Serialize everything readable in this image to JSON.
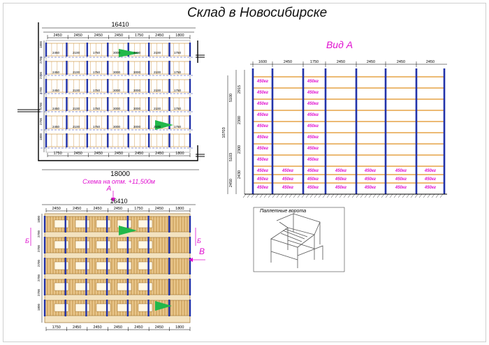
{
  "title": "Склад в Новосибирске",
  "plan_top": {
    "overall_width": "16410",
    "top_bays": [
      "2450",
      "2450",
      "2450",
      "2450",
      "1750",
      "2450",
      "1800"
    ],
    "bottom_bays": [
      "1750",
      "2450",
      "2450",
      "2450",
      "2450",
      "2450",
      "1800"
    ],
    "inner_dims": [
      "2450",
      "2100",
      "1750",
      "3000",
      "3000",
      "2100",
      "1750"
    ],
    "building_width": "18000",
    "left_dims": [
      "1800",
      "2700",
      "2700",
      "2700",
      "2700",
      "2700",
      "1800"
    ]
  },
  "plan_bottom": {
    "caption": "Схема на отм. +11,500м",
    "view_a": "А",
    "overall_width": "16410",
    "top_bays": [
      "2450",
      "2450",
      "2450",
      "2450",
      "1750",
      "2450",
      "1800"
    ],
    "bottom_bays": [
      "1750",
      "2450",
      "2450",
      "2450",
      "2450",
      "2450",
      "1800"
    ],
    "marker_b_left": "Б",
    "marker_b_right": "Б",
    "marker_v": "В"
  },
  "elevation": {
    "title": "Вид А",
    "bay_widths": [
      "1600",
      "2450",
      "1750",
      "2450",
      "2450",
      "2450",
      "2450"
    ],
    "left_dims": [
      "2915",
      "5100",
      "2300",
      "10703",
      "2300",
      "5103",
      "2430",
      "2450"
    ],
    "load_label": "450кг"
  },
  "gate": {
    "label": "Паллетные ворота"
  },
  "colors": {
    "arrow": "#22b84a",
    "magenta": "#e010d0",
    "rack_blue": "#2233aa",
    "beam_orange": "#e09020",
    "wood": "#c98a2e"
  }
}
